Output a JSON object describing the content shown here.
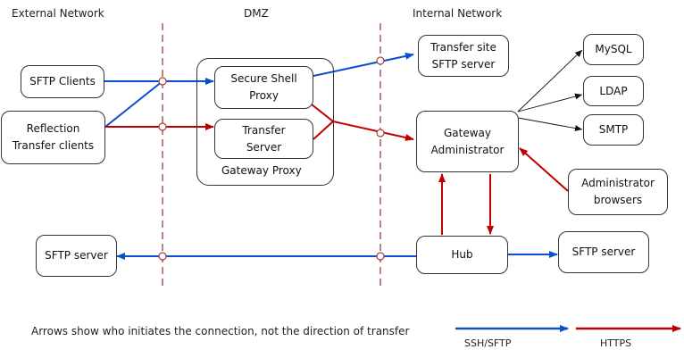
{
  "zones": [
    {
      "id": "external",
      "label": "External Network"
    },
    {
      "id": "dmz",
      "label": "DMZ"
    },
    {
      "id": "internal",
      "label": "Internal Network"
    }
  ],
  "nodes": {
    "sftp_clients": "SFTP Clients",
    "reflection_clients": [
      "Reflection",
      "Transfer clients"
    ],
    "secure_shell_proxy": [
      "Secure Shell",
      "Proxy"
    ],
    "transfer_server": [
      "Transfer",
      "Server"
    ],
    "gateway_proxy": "Gateway Proxy",
    "transfer_site_sftp": [
      "Transfer site",
      "SFTP server"
    ],
    "gateway_admin": [
      "Gateway",
      "Administrator"
    ],
    "mysql": "MySQL",
    "ldap": "LDAP",
    "smtp": "SMTP",
    "admin_browsers": [
      "Administrator",
      "browsers"
    ],
    "hub": "Hub",
    "sftp_server_external": "SFTP server",
    "sftp_server_internal": "SFTP server"
  },
  "edges": [
    {
      "from": "SFTP Clients",
      "to": "Secure Shell Proxy",
      "protocol": "SSH/SFTP"
    },
    {
      "from": "Reflection Transfer clients",
      "to": "Secure Shell Proxy",
      "protocol": "SSH/SFTP"
    },
    {
      "from": "Reflection Transfer clients",
      "to": "Transfer Server",
      "protocol": "HTTPS"
    },
    {
      "from": "Secure Shell Proxy",
      "to": "Transfer site SFTP server",
      "protocol": "SSH/SFTP"
    },
    {
      "from": "Secure Shell Proxy",
      "to": "Gateway Administrator",
      "protocol": "HTTPS"
    },
    {
      "from": "Transfer Server",
      "to": "Gateway Administrator",
      "protocol": "HTTPS"
    },
    {
      "from": "Gateway Administrator",
      "to": "MySQL",
      "protocol": "other"
    },
    {
      "from": "Gateway Administrator",
      "to": "LDAP",
      "protocol": "other"
    },
    {
      "from": "Gateway Administrator",
      "to": "SMTP",
      "protocol": "other"
    },
    {
      "from": "Administrator browsers",
      "to": "Gateway Administrator",
      "protocol": "HTTPS"
    },
    {
      "from": "Hub",
      "to": "Gateway Administrator",
      "protocol": "HTTPS"
    },
    {
      "from": "Gateway Administrator",
      "to": "Hub",
      "protocol": "HTTPS"
    },
    {
      "from": "Hub",
      "to": "SFTP server (external)",
      "protocol": "SSH/SFTP"
    },
    {
      "from": "Hub",
      "to": "SFTP server (internal)",
      "protocol": "SSH/SFTP"
    }
  ],
  "note": "Arrows show who initiates the connection, not the direction of transfer",
  "legend": [
    {
      "label": "SSH/SFTP",
      "color": "#0b4fcf"
    },
    {
      "label": "HTTPS",
      "color": "#c00000"
    }
  ],
  "colors": {
    "ssh": "#0b4fcf",
    "https": "#c00000",
    "other": "#111111",
    "boundary": "#a0413c"
  }
}
